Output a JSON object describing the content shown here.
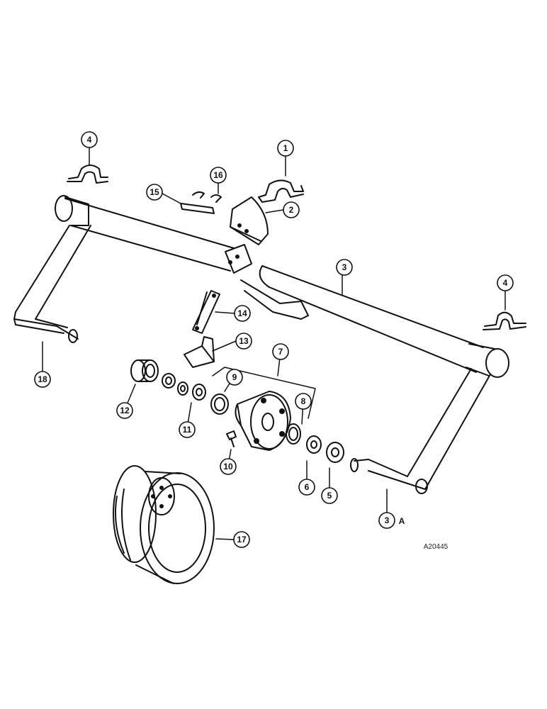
{
  "callouts": [
    {
      "id": "c1",
      "label": "1"
    },
    {
      "id": "c2",
      "label": "2"
    },
    {
      "id": "c3",
      "label": "3"
    },
    {
      "id": "c3a",
      "label": "3"
    },
    {
      "id": "c3a_suffix",
      "label": "A"
    },
    {
      "id": "c4a",
      "label": "4"
    },
    {
      "id": "c4b",
      "label": "4"
    },
    {
      "id": "c5",
      "label": "5"
    },
    {
      "id": "c6",
      "label": "6"
    },
    {
      "id": "c7",
      "label": "7"
    },
    {
      "id": "c8",
      "label": "8"
    },
    {
      "id": "c9",
      "label": "9"
    },
    {
      "id": "c10",
      "label": "10"
    },
    {
      "id": "c11",
      "label": "11"
    },
    {
      "id": "c12",
      "label": "12"
    },
    {
      "id": "c13",
      "label": "13"
    },
    {
      "id": "c14",
      "label": "14"
    },
    {
      "id": "c15",
      "label": "15"
    },
    {
      "id": "c16",
      "label": "16"
    },
    {
      "id": "c17",
      "label": "17"
    },
    {
      "id": "c18",
      "label": "18"
    }
  ],
  "reference_code": "A20445",
  "colors": {
    "ink": "#111111",
    "paper": "#ffffff"
  }
}
